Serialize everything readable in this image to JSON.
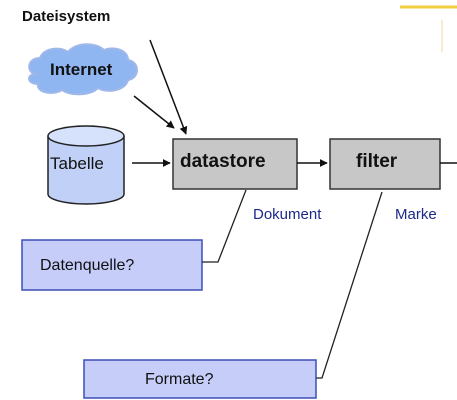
{
  "sources": {
    "filesystem": "Dateisystem",
    "internet": "Internet",
    "table": "Tabelle"
  },
  "processes": {
    "datastore": "datastore",
    "filter": "filter"
  },
  "labels": {
    "document": "Dokument",
    "marker": "Marke"
  },
  "callouts": {
    "datasource": "Datenquelle?",
    "formats": "Formate?"
  },
  "colors": {
    "process_fill": "#c7c7c7",
    "callout_fill": "#c5cdf8",
    "callout_border": "#3c4fb7",
    "cloud_fill": "#8fb6f1",
    "cylinder_fill": "#c0d0f6",
    "document_text": "#1d2a8a",
    "corner_accent": "#f2cf42"
  }
}
